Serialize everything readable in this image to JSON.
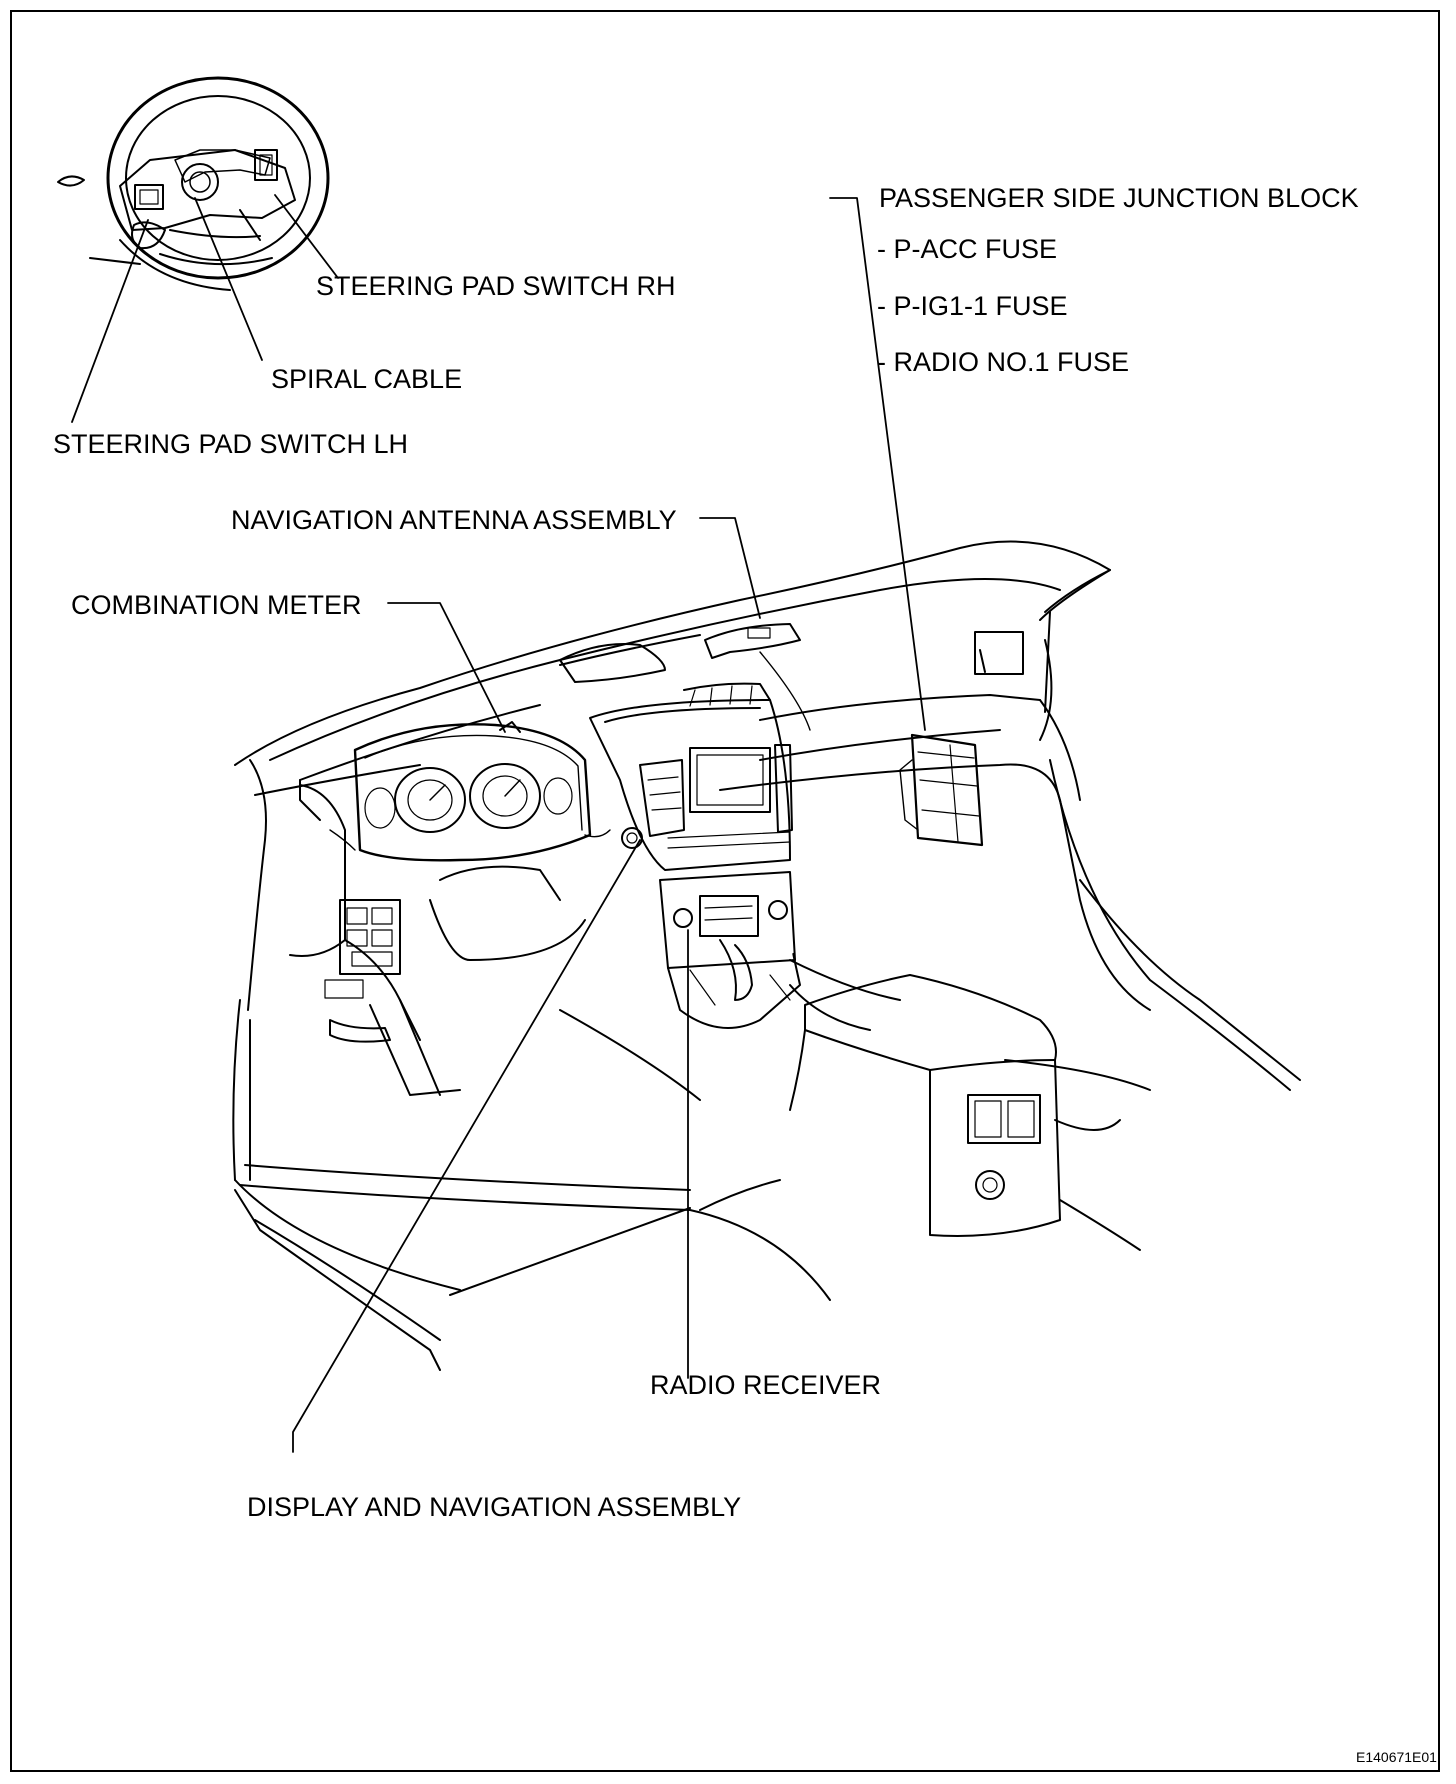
{
  "labels": {
    "steering_pad_switch_rh": "STEERING PAD SWITCH RH",
    "spiral_cable": "SPIRAL CABLE",
    "steering_pad_switch_lh": "STEERING PAD SWITCH LH",
    "passenger_side_junction_block": "PASSENGER SIDE JUNCTION BLOCK",
    "fuses": [
      "- P-ACC FUSE",
      "- P-IG1-1 FUSE",
      "- RADIO NO.1 FUSE"
    ],
    "navigation_antenna_assembly": "NAVIGATION ANTENNA ASSEMBLY",
    "combination_meter": "COMBINATION METER",
    "radio_receiver": "RADIO RECEIVER",
    "display_and_navigation_assembly": "DISPLAY AND NAVIGATION ASSEMBLY",
    "figure_code": "E140671E01"
  }
}
